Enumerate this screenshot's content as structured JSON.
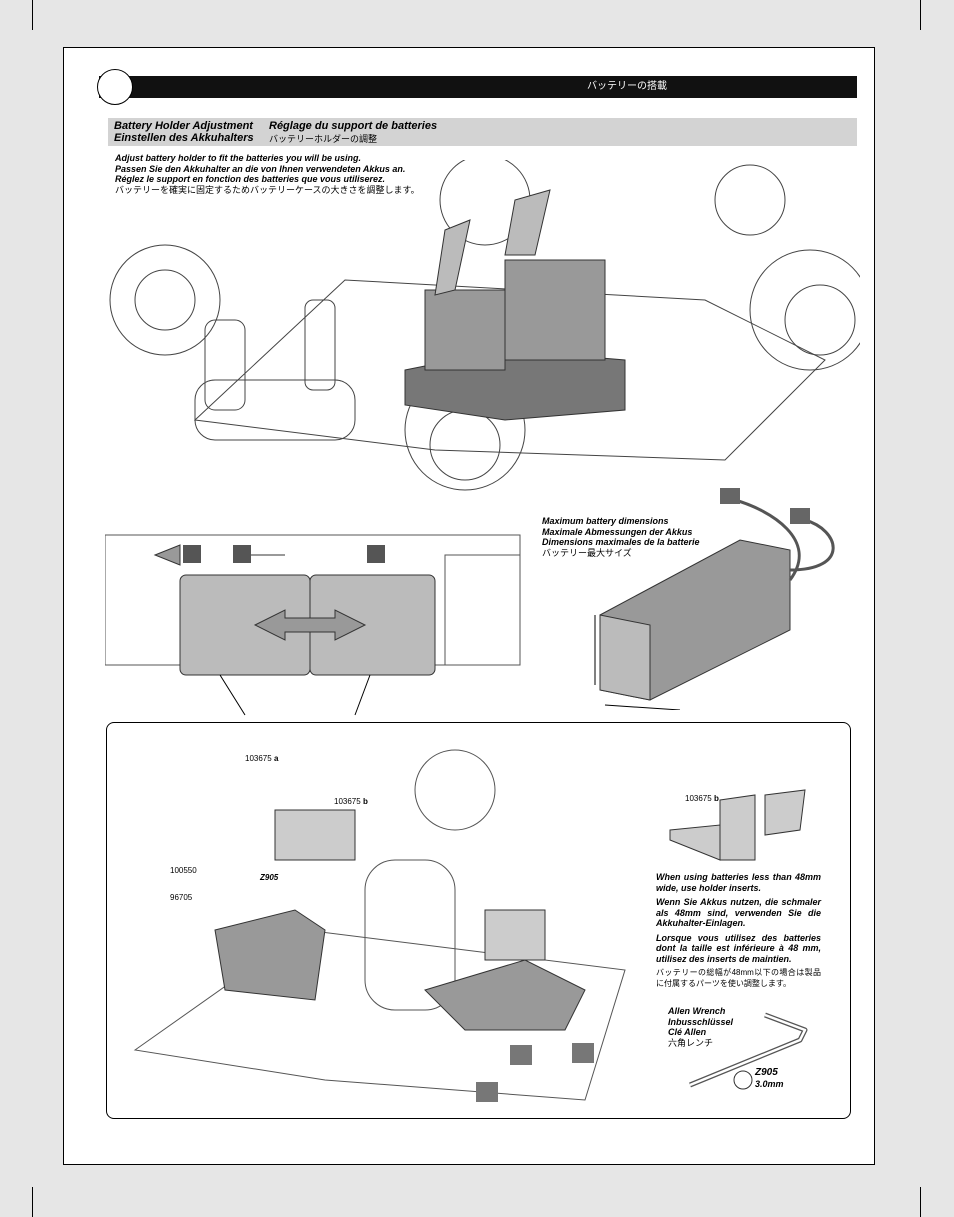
{
  "header": {
    "title_jp": "バッテリーの搭載"
  },
  "section": {
    "en": "Battery Holder Adjustment",
    "fr": "Réglage du support de batteries",
    "de": "Einstellen des Akkuhalters",
    "jp": "バッテリーホルダーの調整"
  },
  "intro": [
    "Adjust battery holder to fit the batteries you will be using.",
    "Passen Sie den Akkuhalter an die von Ihnen verwendeten Akkus an.",
    "Réglez le support en fonction des batteries que vous utiliserez.",
    "バッテリーを確実に固定するためバッテリーケースの大きさを調整します。"
  ],
  "max_dims": [
    "Maximum battery dimensions",
    "Maximale Abmessungen der Akkus",
    "Dimensions maximales de la batterie",
    "バッテリー最大サイズ"
  ],
  "parts": {
    "p1": "103675",
    "p1_tag": "a",
    "p2": "103675",
    "p2_tag": "b",
    "p3": "100550",
    "p4": "Z905",
    "p5": "96705",
    "p6": "103675",
    "p6_tag": "b"
  },
  "inserts_note": [
    "When using batteries less than 48mm wide, use holder inserts.",
    "Wenn Sie Akkus nutzen, die schmaler als 48mm sind, verwenden Sie die Akkuhalter-Einlagen.",
    "Lorsque vous utilisez des batteries dont la taille est inférieure à 48 mm, utilisez des inserts de maintien.",
    "バッテリーの総幅が48mm以下の場合は製品に付属するパーツを使い調整します。"
  ],
  "tool": {
    "en": "Allen Wrench",
    "de": "Inbusschlüssel",
    "fr": "Clé Allen",
    "jp": "六角レンチ",
    "code": "Z905",
    "size": "3.0mm"
  }
}
